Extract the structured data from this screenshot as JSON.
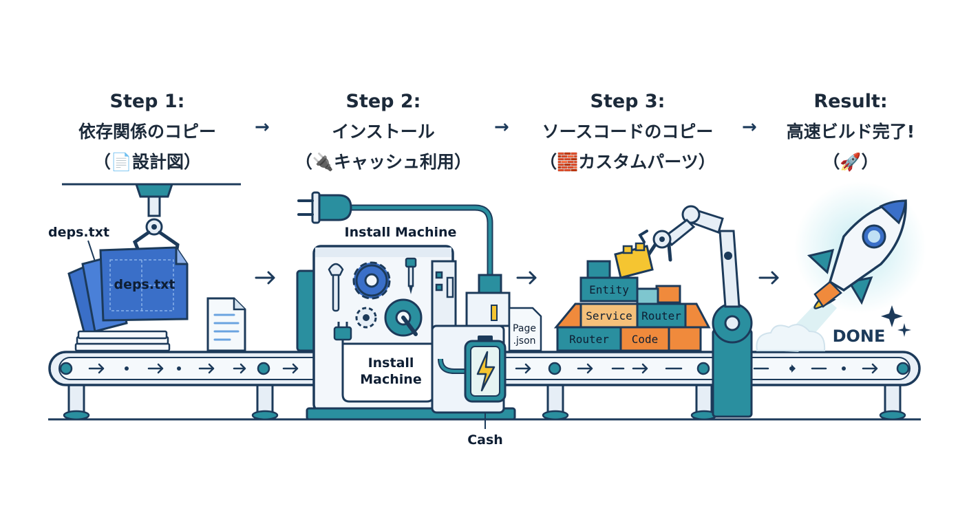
{
  "steps": [
    {
      "title": "Step 1:",
      "subtitle": "依存関係のコピー",
      "detail": "（📄設計図）"
    },
    {
      "title": "Step 2:",
      "subtitle": "インストール",
      "detail": "（🔌キャッシュ利用）"
    },
    {
      "title": "Step 3:",
      "subtitle": "ソースコードのコピー",
      "detail": "（🧱カスタムパーツ）"
    },
    {
      "title": "Result:",
      "subtitle": "高速ビルド完了!",
      "detail": "（🚀）"
    }
  ],
  "head_arrow": "→",
  "labels": {
    "deps_caption": "deps.txt",
    "deps_doc": "deps.txt",
    "install_caption": "Install Machine",
    "install_panel": "Install",
    "install_panel_2": "Machine",
    "page_json_1": "Page",
    "page_json_2": ".json",
    "cash": "Cash",
    "done": "DONE"
  },
  "blocks": {
    "entity": "Entity",
    "service": "Service",
    "router_top": "Router",
    "router_bottom": "Router",
    "code": "Code"
  },
  "colors": {
    "navy": "#1c3a5a",
    "teal": "#2a8f9f",
    "blue": "#3a6fc8",
    "orange": "#f08a3c",
    "yellow": "#f5c531",
    "light": "#e9f0f7"
  },
  "icons": [
    "document-icon",
    "plug-icon",
    "brick-icon",
    "rocket-icon",
    "gear-icon",
    "wrench-icon",
    "battery-icon",
    "sparkle-icon"
  ]
}
